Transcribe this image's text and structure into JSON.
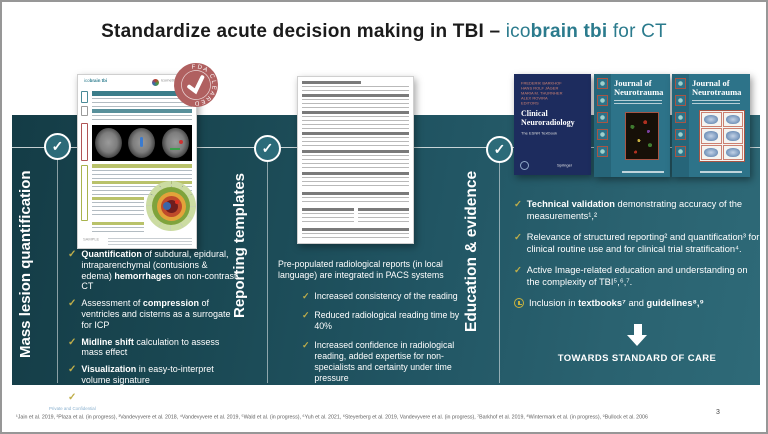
{
  "title": {
    "main": "Standardize acute decision making in TBI – ",
    "brand_prefix": "ico",
    "brand_bold": "brain tbi",
    "brand_suffix": " for CT"
  },
  "colors": {
    "teal_accent": "#2b7b8d",
    "panel_dark": "#143c46",
    "panel_light": "#2e6a78",
    "check_yellow": "#bfae4a",
    "stamp_red": "#b06060"
  },
  "sections": {
    "mass_lesion": {
      "label": "Mass lesion quantification",
      "bullets": [
        [
          {
            "t": "Quantification",
            "b": true
          },
          {
            "t": " of subdural, epidural, intraparenchymal (contusions & edema) ",
            "b": false
          },
          {
            "t": "hemorrhages",
            "b": true
          },
          {
            "t": " on non-contrast CT",
            "b": false
          }
        ],
        [
          {
            "t": "Assessment of ",
            "b": false
          },
          {
            "t": "compression",
            "b": true
          },
          {
            "t": " of ventricles and cisterns as a surrogate for ICP",
            "b": false
          }
        ],
        [
          {
            "t": "Midline shift",
            "b": true
          },
          {
            "t": " calculation to assess mass effect",
            "b": false
          }
        ],
        [
          {
            "t": "Visualization",
            "b": true
          },
          {
            "t": " in easy-to-interpret volume signature",
            "b": false
          }
        ],
        [
          {
            "t": "FDA cleared",
            "b": true
          }
        ]
      ]
    },
    "reporting": {
      "label": "Reporting templates",
      "intro": "Pre-populated radiological reports (in local language) are integrated in PACS systems",
      "bullets": [
        [
          {
            "t": "Increased consistency of the reading",
            "b": false
          }
        ],
        [
          {
            "t": "Reduced radiological reading time by 40%",
            "b": false
          }
        ],
        [
          {
            "t": "Increased confidence in radiological reading, added expertise for non-specialists and certainty under time pressure",
            "b": false
          }
        ]
      ]
    },
    "education": {
      "label": "Education & evidence",
      "bullets": [
        [
          {
            "t": "Technical validation",
            "b": true
          },
          {
            "t": " demonstrating accuracy of the measurements¹,²",
            "b": false
          }
        ],
        [
          {
            "t": "Relevance of structured reporting² and quantification³ for clinical routine use and for clinical trial stratification⁴.",
            "b": false
          }
        ],
        [
          {
            "t": "Active Image-related education and understanding on the complexity of TBI⁵,⁶,⁷.",
            "b": false
          }
        ]
      ],
      "clock_item": [
        {
          "t": "Inclusion in ",
          "b": false
        },
        {
          "t": "textbooks⁷",
          "b": true
        },
        {
          "t": " and ",
          "b": false
        },
        {
          "t": "guidelines⁸,⁹",
          "b": true
        }
      ],
      "outcome": "TOWARDS STANDARD OF CARE"
    }
  },
  "artifacts": {
    "report": {
      "brand_prefix": "ico",
      "brand_bold": "brain tbi",
      "logo_text": "icometrix",
      "stamp_text": "FDA CLEARED",
      "sample_label": "SAMPLE"
    },
    "covers": [
      {
        "authors": [
          "FREDERIK BARKHOF",
          "HANS ROLF JÄGER",
          "MARIA M. THURNHER",
          "ALEX ROVIRA",
          "EDITORS"
        ],
        "title": "Clinical Neuroradiology",
        "subtitle": "The ESNR Textbook",
        "publisher": "Springer"
      },
      {
        "title": "Journal of Neurotrauma"
      },
      {
        "title": "Journal of Neurotrauma"
      }
    ]
  },
  "footer": {
    "confidential": "Private and Confidential",
    "citations": "¹Jain et al. 2019, ²Plaza et al. (in progress), ³Vandevyvere et al. 2018, ⁴Vandevyvere et al. 2019, ⁵Wald et al. (in progress), ⁶Yuh et al. 2021, ⁶Steyerberg et al. 2019, Vandevyvere et al. (in progress), ⁷Barkhof et al. 2019, ⁸Wintermark et al. (in progress), ⁹Bullock et al. 2006",
    "page": "3"
  }
}
